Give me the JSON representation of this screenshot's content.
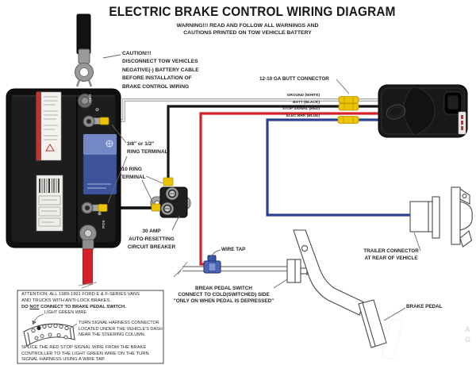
{
  "title": "ELECTRIC BRAKE CONTROL WIRING DIAGRAM",
  "warning": "WARNING!!! READ AND FOLLOW ALL WARNINGS AND\nCAUTIONS PRINTED ON TOW VEHICLE BATTERY",
  "caution": "CAUTION!!!\nDISCONNECT TOW VEHICLES\nNEGATIVE(-) BATTERY CABLE\nBEFORE INSTALLATION OF\nBRAKE CONTROL WIRING",
  "labels": {
    "butt_connector": "12-10 GA BUTT CONNECTOR",
    "wire_ground": "GROUND (WHITE)",
    "wire_batt": "BATT (BLACK)",
    "wire_stop": "STOP SIGNAL (RED)",
    "wire_elec": "ELEC BRK (BLUE)",
    "ring_terminal_large": "3/8\" or 1/2\"\nRING TERMINAL",
    "ring_terminal_small": "#10 RING\nTERMINAL",
    "circuit_breaker": "30 AMP\nAUTO-RESETTING\nCIRCUIT BREAKER",
    "wire_tap": "WIRE TAP",
    "brake_pedal_switch": "BREAK PEDAL SWITCH\nCONNECT TO COLD(SWITCHED) SIDE\n\"ONLY ON WHEN PEDAL IS DEPRESSED\"",
    "trailer_connector": "TRAILER CONNECTOR\nAT REAR OF VEHICLE",
    "brake_pedal": "BRAKE PEDAL"
  },
  "battery": {
    "neg": "NEG",
    "pos": "POS",
    "neg_symbol": "⊖",
    "pos_symbol": "⊕"
  },
  "attention_box": {
    "line1": "ATTENTION: ALL 1989-1991 FORD E & F-SERIES VANS",
    "line2": "AND TRUCKS WITH ANTI-LOCK BRAKES.",
    "bold_pre": "DO ",
    "bold_not": "NOT",
    "bold_post": " CONNECT TO BRAKE PEDAL SWITCH.",
    "light_green_wire": "LIGHT GREEN WIRE",
    "harness_note": "TURN SIGNAL HARNESS CONNECTOR\nLOCATED UNDER THE VEHICLE'S DASH\nNEAR THE STEERING COLUMN.",
    "splice_note": "SPLICE THE RED STOP SIGNAL WIRE FROM THE BRAKE\nCONTROLLER TO THE LIGHT GREEN WIRE ON THE TURN\nSIGNAL HARNESS USING A WIRE TAP."
  },
  "watermark": {
    "line1": "A",
    "line2": "G"
  },
  "colors": {
    "wire_red": "#d62128",
    "wire_blue": "#2e4090",
    "wire_black": "#141414",
    "wire_white": "#f2f2f2",
    "wire_white_outline": "#8f8f8f",
    "connector_yellow": "#ecc500",
    "line_art": "#4a4a4a",
    "text": "#272122"
  }
}
